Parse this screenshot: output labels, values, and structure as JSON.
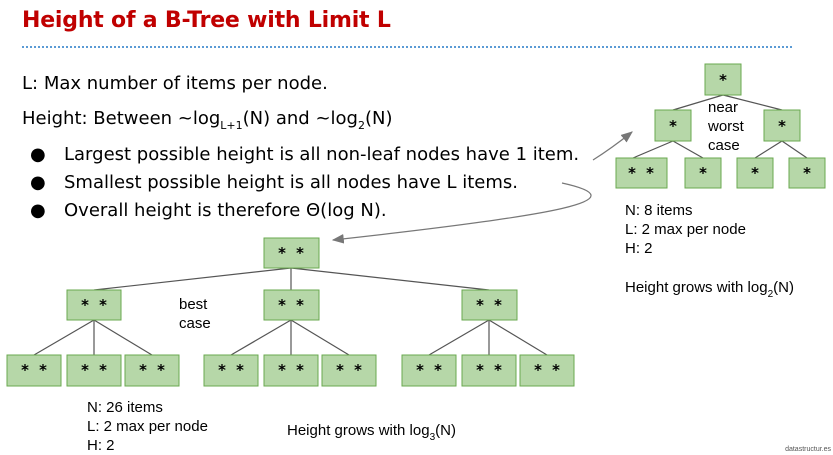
{
  "slide": {
    "title": "Height of a B-Tree with Limit L",
    "line1": "L: Max number of items per node.",
    "line2_prefix": "Height: Between ~log",
    "line2_sub1": "L+1",
    "line2_mid": "(N) and ~log",
    "line2_sub2": "2",
    "line2_suffix": "(N)",
    "bullets": [
      "Largest possible height is all non-leaf nodes have 1 item.",
      "Smallest possible height is all nodes have L items.",
      "Overall height is therefore Θ(log N)."
    ],
    "footer": "datastructur.es"
  },
  "worst_tree": {
    "label": [
      "near",
      "worst",
      "case"
    ],
    "info": [
      "N: 8 items",
      "L: 2 max per node",
      "H: 2"
    ],
    "growth_prefix": "Height grows with log",
    "growth_sub": "2",
    "growth_suffix": "(N)",
    "root": "*",
    "level1": [
      "*",
      "*"
    ],
    "leaves": [
      "* *",
      "*",
      "*",
      "*"
    ]
  },
  "best_tree": {
    "label": [
      "best",
      "case"
    ],
    "info": [
      "N: 26 items",
      "L: 2 max per node",
      "H: 2"
    ],
    "growth_prefix": "Height grows with log",
    "growth_sub": "3",
    "growth_suffix": "(N)",
    "root": "* *",
    "level1": [
      "* *",
      "* *",
      "* *"
    ],
    "leaves": [
      "* *",
      "* *",
      "* *",
      "* *",
      "* *",
      "* *",
      "* *",
      "* *",
      "* *"
    ]
  }
}
